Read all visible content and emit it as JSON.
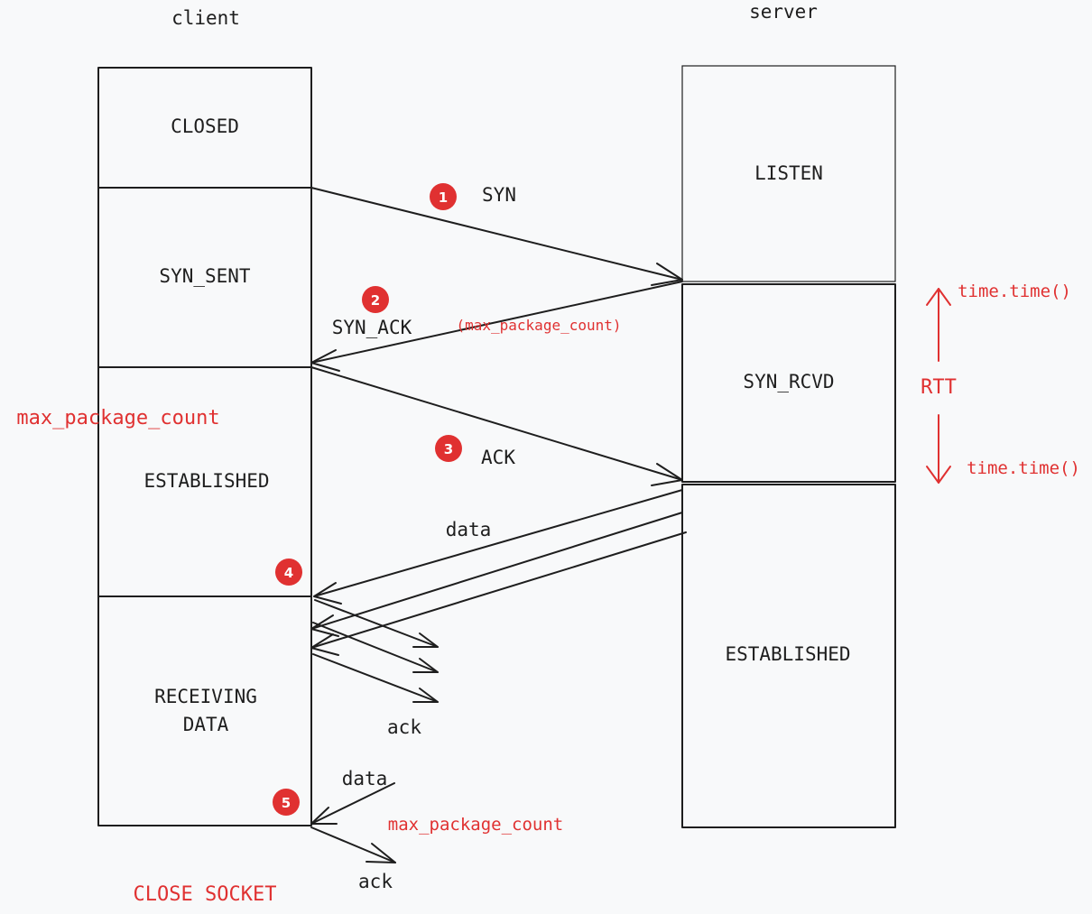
{
  "lanes": {
    "client": "client",
    "server": "server"
  },
  "client_states": {
    "closed": "CLOSED",
    "syn_sent": "SYN_SENT",
    "established": "ESTABLISHED",
    "receiving_line1": "RECEIVING",
    "receiving_line2": "DATA"
  },
  "server_states": {
    "listen": "LISTEN",
    "syn_rcvd": "SYN_RCVD",
    "established": "ESTABLISHED"
  },
  "messages": {
    "syn": "SYN",
    "syn_ack": "SYN_ACK",
    "syn_ack_note": "(max_package_count)",
    "ack": "ACK",
    "data": "data",
    "ack_lower": "ack",
    "data_final": "data",
    "ack_final": "ack"
  },
  "notes": {
    "client_max_package_count": "max_package_count",
    "final_max_package_count": "max_package_count",
    "close_socket": "CLOSE SOCKET",
    "rtt": "RTT",
    "time_top": "time.time()",
    "time_bottom": "time.time()"
  },
  "badges": [
    "1",
    "2",
    "3",
    "4",
    "5"
  ],
  "colors": {
    "ink": "#1e1e1e",
    "accent_red": "#e03131",
    "badge_red": "#e03131",
    "background": "#f8f9fa"
  }
}
